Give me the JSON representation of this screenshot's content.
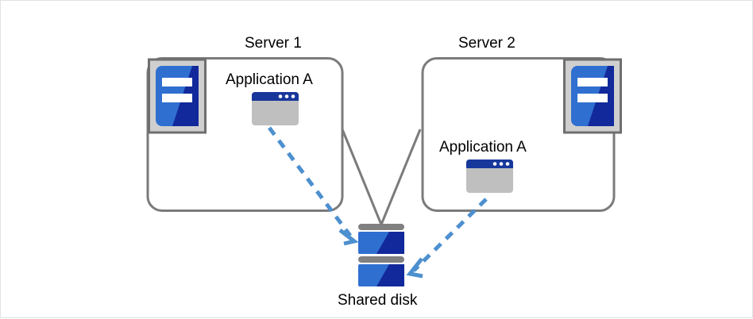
{
  "diagram": {
    "title_alt": "Shared disk cluster with two servers",
    "colors": {
      "box_border": "#7b7b7b",
      "server_icon_frame": "#cfcfcf",
      "server_icon_frame_border": "#6e6e6e",
      "blue_light": "#2f6fd0",
      "blue_dark": "#12299b",
      "app_titlebar": "#17379b",
      "app_body": "#bfbfbf",
      "arrow_blue": "#4d90cf",
      "disk_bar_gray": "#808080",
      "text": "#000000",
      "page_border": "#e3e3e3"
    },
    "servers": [
      {
        "id": "server-1",
        "title": "Server 1",
        "app_label": "Application A",
        "icon_name": "server-icon",
        "app_icon_name": "application-window-icon"
      },
      {
        "id": "server-2",
        "title": "Server 2",
        "app_label": "Application A",
        "icon_name": "server-icon",
        "app_icon_name": "application-window-icon"
      }
    ],
    "storage": {
      "id": "shared-disk",
      "label": "Shared disk",
      "icon_name": "disk-stack-icon",
      "blocks": 2
    },
    "connectors": [
      {
        "name": "server1-to-disk-line",
        "style": "solid",
        "color": "#7b7b7b"
      },
      {
        "name": "server2-to-disk-line",
        "style": "solid",
        "color": "#7b7b7b"
      },
      {
        "name": "app-a-server1-to-disk-arrow",
        "style": "dashed",
        "color": "#4d90cf"
      },
      {
        "name": "app-a-server2-to-disk-arrow",
        "style": "dashed",
        "color": "#4d90cf"
      }
    ]
  }
}
